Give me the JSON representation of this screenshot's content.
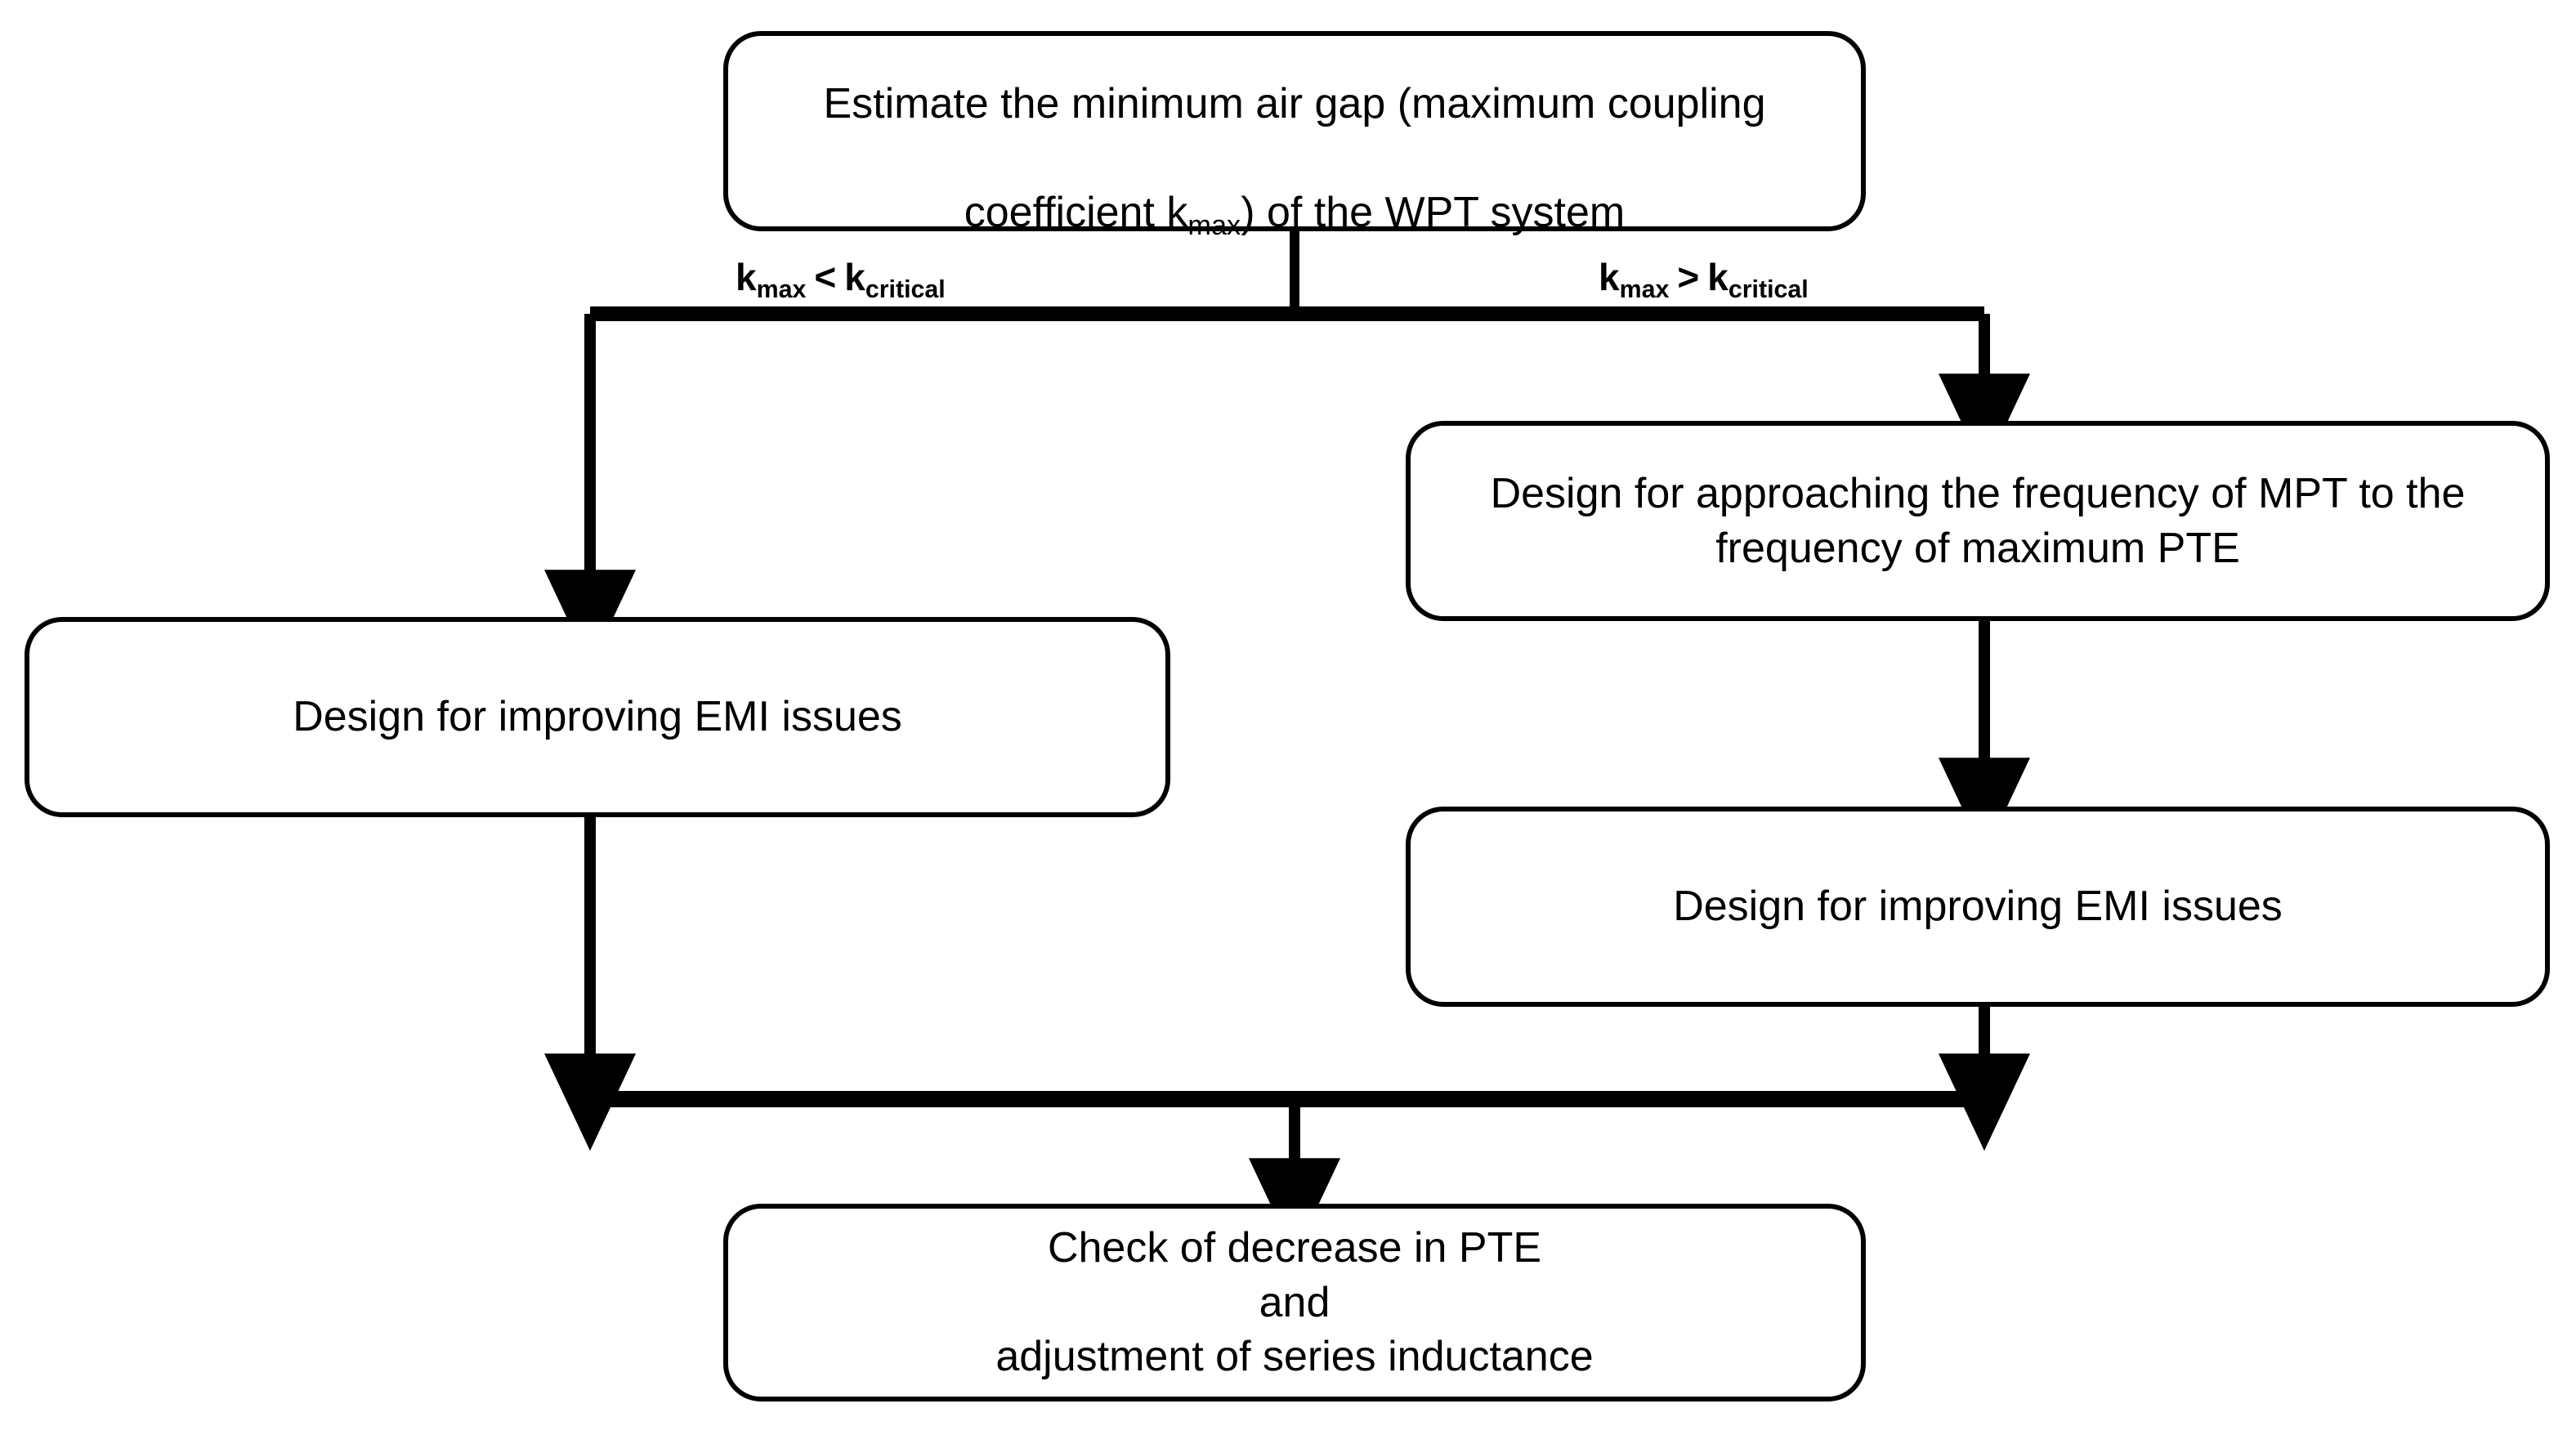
{
  "diagram": {
    "title": "WPT system design flowchart",
    "background_color": "#ffffff",
    "line_color": "#000000",
    "nodes": [
      {
        "id": "estimate-air-gap",
        "text": "Estimate the minimum air gap (maximum coupling\ncoefficient kmax) of the WPT system",
        "text_line1": "Estimate the minimum air gap (maximum coupling",
        "text_line2_pre": "coefficient k",
        "text_line2_sub": "max",
        "text_line2_post": ") of the WPT system"
      },
      {
        "id": "emi-left",
        "text": "Design for improving EMI issues"
      },
      {
        "id": "approach-mpt",
        "text": "Design for approaching the frequency of MPT to the\nfrequency of maximum PTE"
      },
      {
        "id": "emi-right",
        "text": "Design for improving EMI issues"
      },
      {
        "id": "check-pte",
        "text": "Check of decrease in PTE\nand\nadjustment of series inductance"
      }
    ],
    "edge_labels": [
      {
        "id": "branch-left-condition",
        "symbol": "k",
        "subscript_1": "max",
        "operator": "<",
        "symbol_2": "k",
        "subscript_2": "critical"
      },
      {
        "id": "branch-right-condition",
        "symbol": "k",
        "subscript_1": "max",
        "operator": ">",
        "symbol_2": "k",
        "subscript_2": "critical"
      }
    ]
  }
}
